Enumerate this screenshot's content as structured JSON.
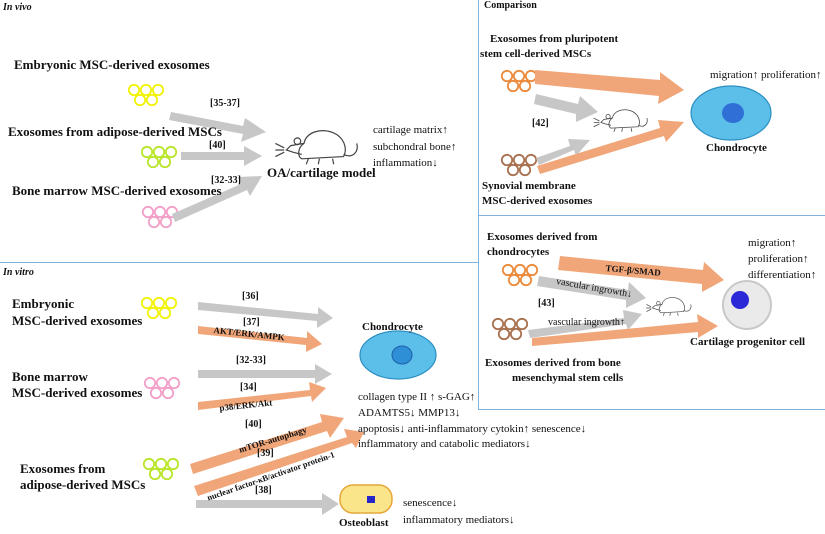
{
  "sections": {
    "in_vivo": "In vivo",
    "in_vitro": "In vitro",
    "comparison": "Comparison"
  },
  "in_vivo": {
    "sources": [
      "Embryonic MSC-derived exosomes",
      "Exosomes from adipose-derived MSCs",
      "Bone marrow MSC-derived exosomes"
    ],
    "refs": [
      "[35-37]",
      "[40]",
      "[32-33]"
    ],
    "target": "OA/cartilage model",
    "outcomes": [
      "cartilage matrix↑",
      "subchondral bone↑",
      "inflammation↓"
    ]
  },
  "comparison_top": {
    "source1_line1": "Exosomes from pluripotent",
    "source1_line2": "stem cell-derived MSCs",
    "ref": "[42]",
    "source2_line1": "Synovial membrane",
    "source2_line2": "MSC-derived exosomes",
    "target": "Chondrocyte",
    "outcomes": "migration↑ proliferation↑"
  },
  "comparison_bottom": {
    "source1_line1": "Exosomes derived from",
    "source1_line2": "chondrocytes",
    "pathway": "TGF-β/SMAD",
    "label_a": "vascular ingrowth↓",
    "label_b": "vascular ingrowth↑",
    "ref": "[43]",
    "source2_line1": "Exosomes derived from bone",
    "source2_line2": "mesenchymal stem cells",
    "target": "Cartilage progenitor cell",
    "outcomes": [
      "migration↑",
      "proliferation↑",
      "differentiation↑"
    ]
  },
  "in_vitro": {
    "source1_line1": "Embryonic",
    "source1_line2": "MSC-derived exosomes",
    "source2_line1": "Bone marrow",
    "source2_line2": "MSC-derived exosomes",
    "source3_line1": "Exosomes from",
    "source3_line2": "adipose-derived MSCs",
    "refs": {
      "r36": "[36]",
      "r37": "[37]",
      "r3233": "[32-33]",
      "r34": "[34]",
      "r40": "[40]",
      "r39": "[39]",
      "r38": "[38]"
    },
    "pathways": {
      "akt": "AKT/ERK/AMPK",
      "p38": "p38/ERK/Akt",
      "mtor": "mTOR-autophagy",
      "nfkb": "nuclear factor-κB/activator protein-1"
    },
    "chondrocyte": "Chondrocyte",
    "osteoblast": "Osteoblast",
    "outcomes": [
      "collagen type II ↑ s-GAG↑",
      "ADAMTS5↓ MMP13↓",
      "apoptosis↓ anti-inflammatory cytokin↑ senescence↓",
      "inflammatory and catabolic mediators↓"
    ],
    "osteo_outcomes": [
      "senescence↓",
      "inflammatory mediators↓"
    ]
  },
  "colors": {
    "gray_arrow": "#c7c7c7",
    "orange_arrow": "#f0a679",
    "chondro_fill": "#5bbfea",
    "divider": "#7fb3dd",
    "yellow_exo": "#f2f20a",
    "green_exo": "#b9e52a",
    "pink_exo": "#f2a0c8",
    "orange_exo": "#ec8a3c",
    "brown_exo": "#a8714f"
  }
}
